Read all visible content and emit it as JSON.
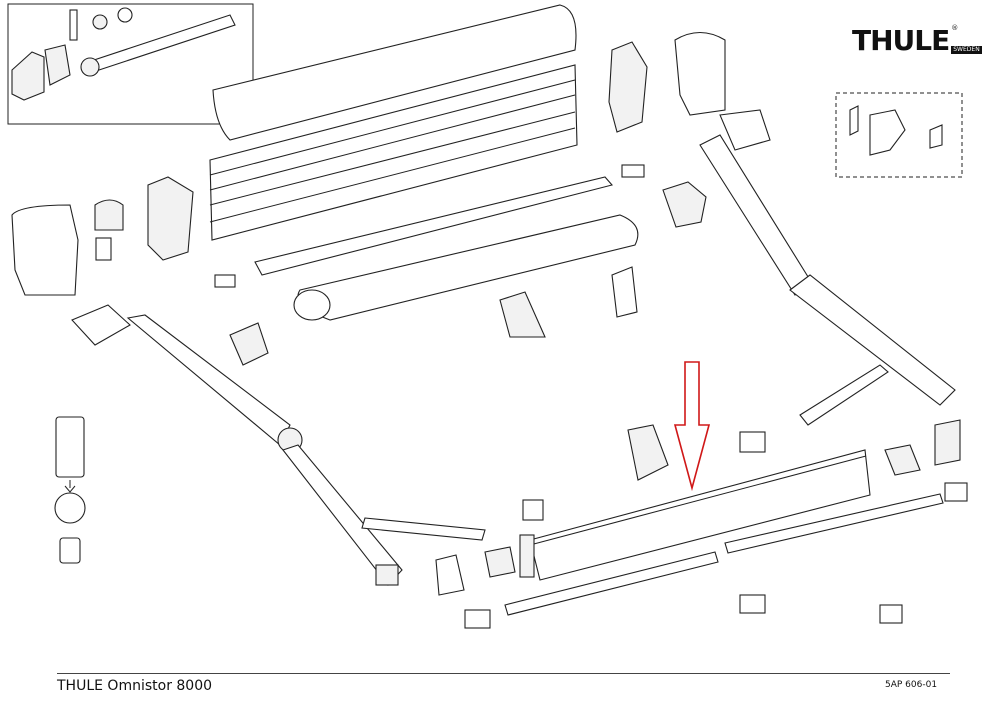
{
  "logo": {
    "brand": "THULE",
    "sub": "SWEDEN",
    "mark": "®"
  },
  "footer": {
    "title": "THULE Omnistor 8000",
    "code": "5AP 606-01"
  },
  "colors": {
    "arrow": "#d01818",
    "lines": "#222222"
  }
}
